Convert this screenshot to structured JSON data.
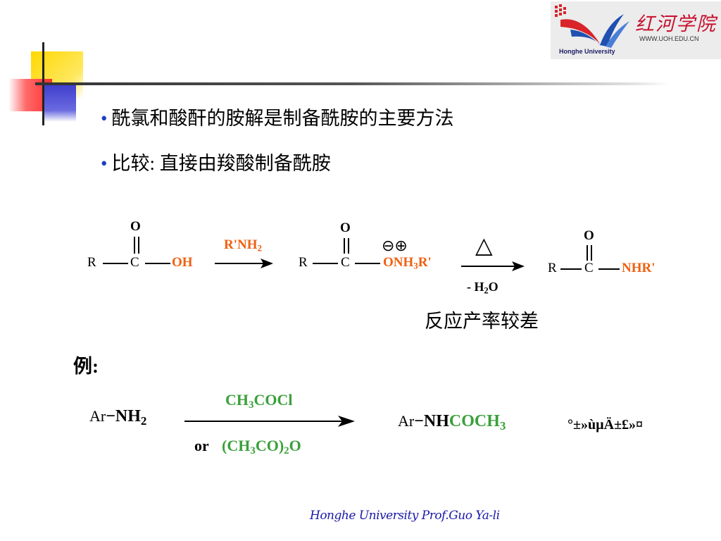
{
  "logo": {
    "name_cn": "红河学院",
    "url": "WWW.UOH.EDU.CN",
    "name_en": "Honghe University"
  },
  "bullets": [
    "酰氯和酸酐的胺解是制备酰胺的主要方法",
    "比较: 直接由羧酸制备酰胺"
  ],
  "reaction1": {
    "r": "R",
    "c": "C",
    "o": "O",
    "oh": "OH",
    "reagent_prefix": "R'NH",
    "reagent_sub": "2",
    "salt_prefix": "ONH",
    "salt_sub": "3",
    "salt_suffix": "R'",
    "charges": "⊖⊕",
    "heat": "△",
    "loss_prefix": "- H",
    "loss_sub": "2",
    "loss_suffix": "O",
    "nhr": "NHR'",
    "note": "反应产率较差"
  },
  "example": {
    "label": "例:",
    "ar": "Ar",
    "dash": "−",
    "nh_prefix": "NH",
    "nh_sub": "2",
    "reagent_top_prefix": "CH",
    "reagent_top_sub": "3",
    "reagent_top_suffix": "COCl",
    "or": "or",
    "reagent_bottom_a": "(CH",
    "reagent_bottom_sub1": "3",
    "reagent_bottom_b": "CO)",
    "reagent_bottom_sub2": "2",
    "reagent_bottom_c": "O",
    "product_nh": "NH",
    "product_coch": "COCH",
    "product_sub": "3",
    "garbled": "°±»ùµÄ±£»¤"
  },
  "footer": "Honghe University  Prof.Guo Ya-li"
}
